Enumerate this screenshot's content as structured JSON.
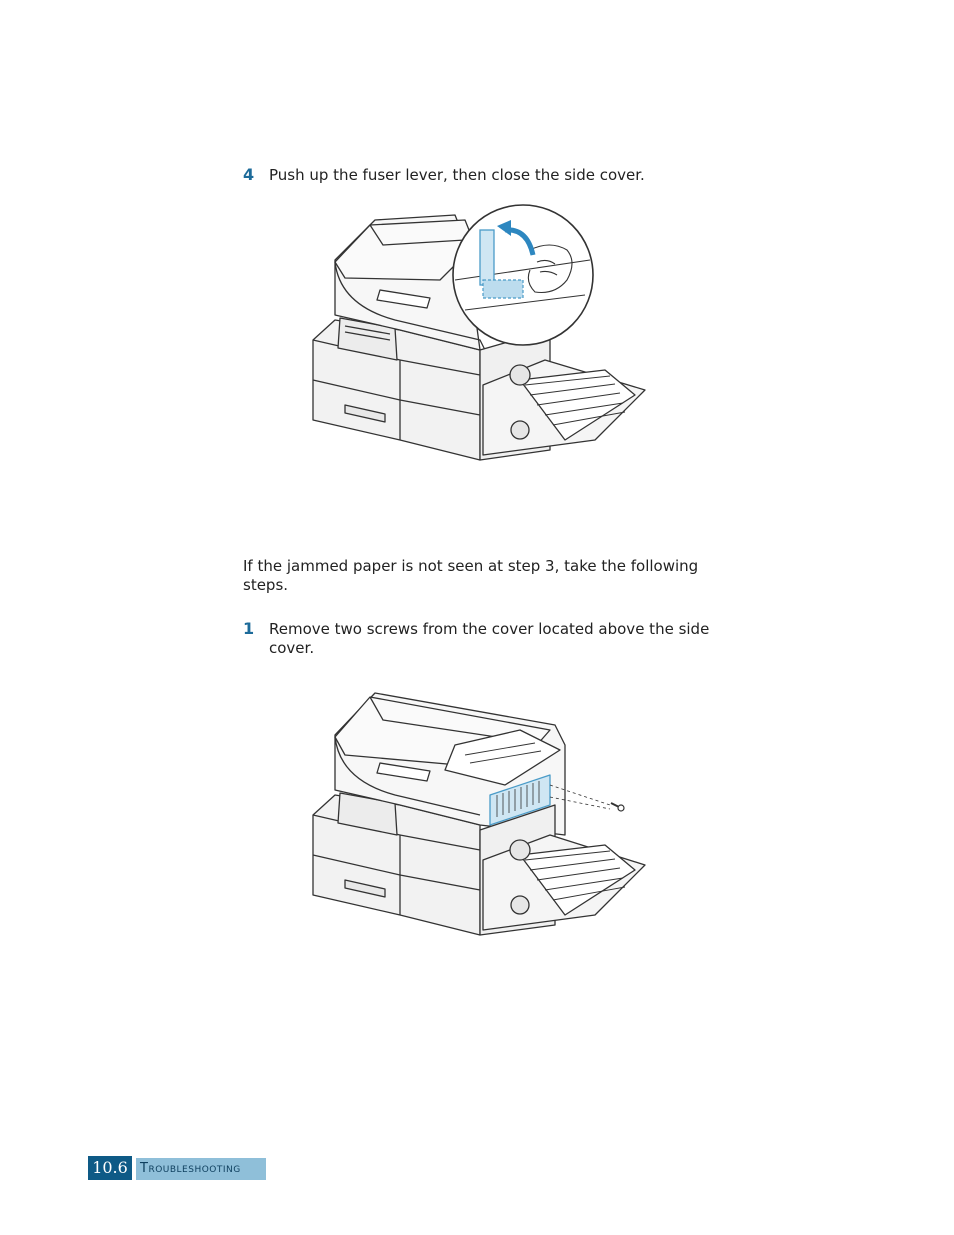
{
  "steps_top": [
    {
      "number": "4",
      "text": "Push up the fuser lever, then close the side cover."
    }
  ],
  "intro_paragraph": "If the jammed paper is not seen at step 3, take the following steps.",
  "steps_bottom": [
    {
      "number": "1",
      "text": "Remove two screws from the cover located above the side cover."
    }
  ],
  "footer": {
    "page_number": "10.6",
    "section_title": "Troubleshooting"
  },
  "colors": {
    "accent": "#1d6b9a",
    "footer_dark": "#0e5a86",
    "footer_light": "#8fbfd9",
    "illustration_highlight": "#4a9bc8"
  }
}
